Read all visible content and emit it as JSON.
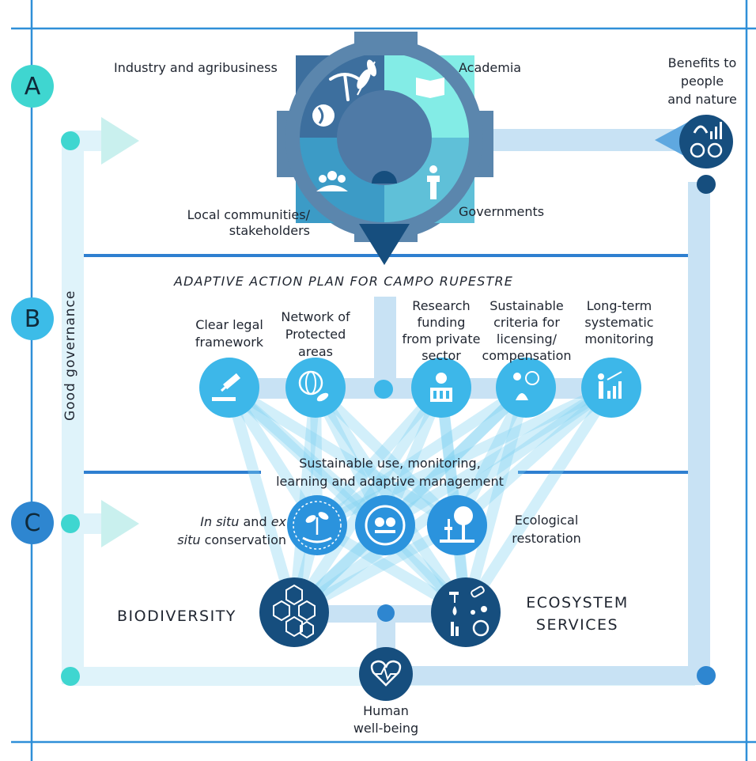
{
  "sections": [
    {
      "label": "A",
      "color": "#3fd6d0"
    },
    {
      "label": "B",
      "color": "#3cbce8"
    },
    {
      "label": "C",
      "color": "#2e86d0"
    }
  ],
  "governance": {
    "label": "Good governance"
  },
  "stakeholders": {
    "industry": "Industry and agribusiness",
    "academia": "Academia",
    "local": "Local communities/\nstakeholders",
    "governments": "Governments"
  },
  "benefits": "Benefits to\npeople\nand nature",
  "plan": {
    "title": "ADAPTIVE ACTION PLAN FOR CAMPO RUPESTRE",
    "actions": [
      {
        "label": "Clear legal\nframework",
        "icon": "gavel-icon"
      },
      {
        "label": "Network of\nProtected\nareas",
        "icon": "globe-leaf-icon"
      },
      {
        "label": "Research\nfunding\nfrom private\nsector",
        "icon": "researcher-icon"
      },
      {
        "label": "Sustainable\ncriteria for\nlicensing/\ncompensation",
        "icon": "money-plant-icon"
      },
      {
        "label": "Long-term\nsystematic\nmonitoring",
        "icon": "monitoring-chart-icon"
      }
    ]
  },
  "sustainable": "Sustainable use, monitoring,\nlearning and adaptive management",
  "conservation": {
    "in_situ_italic": "In situ",
    "and_text": " and ",
    "ex_italic": "ex",
    "situ_italic": "situ",
    "conservation_text": " conservation"
  },
  "ecological": "Ecological\nrestoration",
  "biodiversity": "BIODIVERSITY",
  "ecosystem": "ECOSYSTEM\nSERVICES",
  "human": "Human\nwell-being",
  "colors": {
    "frame_line": "#2f8fd8",
    "teal": "#3fd6d0",
    "light_blue": "#dff3fa",
    "pale_blue": "#c8e2f4",
    "dark_navy": "#164e7e",
    "mid_blue": "#2e7fd0",
    "action_blue": "#3db7e9",
    "cons_blue": "#2b93dd",
    "wheel_light": "#83ece6",
    "wheel_mid": "#3c9bc6",
    "wheel_dark": "#3d6f9e",
    "wheel_rim": "#5b86ad"
  }
}
